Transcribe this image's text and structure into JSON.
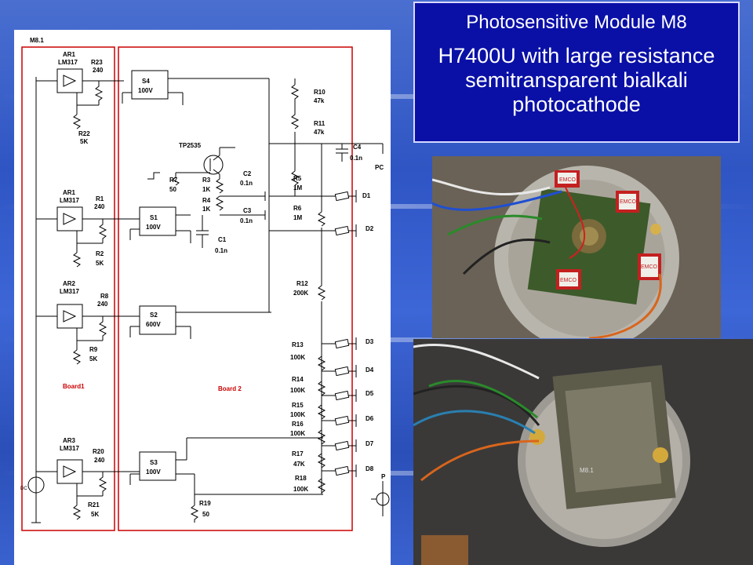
{
  "title": {
    "main": "Photosensitive Module M8",
    "subtitle": "H7400U with large resistance semitransparent bialkali photocathode"
  },
  "schematic": {
    "sheet_label": "M8.1",
    "board1_label": "Board1",
    "board2_label": "Board 2",
    "regulators": [
      {
        "name": "AR1",
        "part": "LM317",
        "r_top": "R23",
        "r_top_val": "240",
        "r_bot": "R22",
        "r_bot_val": "5K"
      },
      {
        "name": "AR1",
        "part": "LM317",
        "r_top": "R1",
        "r_top_val": "240",
        "r_bot": "R2",
        "r_bot_val": "5K"
      },
      {
        "name": "AR2",
        "part": "LM317",
        "r_top": "R8",
        "r_top_val": "240",
        "r_bot": "R9",
        "r_bot_val": "5K"
      },
      {
        "name": "AR3",
        "part": "LM317",
        "r_top": "R20",
        "r_top_val": "240",
        "r_bot": "R21",
        "r_bot_val": "5K"
      }
    ],
    "supplies": [
      {
        "name": "S4",
        "voltage": "100V"
      },
      {
        "name": "S1",
        "voltage": "100V"
      },
      {
        "name": "S2",
        "voltage": "600V"
      },
      {
        "name": "S3",
        "voltage": "100V"
      }
    ],
    "parts": {
      "r10": "R10",
      "r10_val": "47k",
      "r11": "R11",
      "r11_val": "47k",
      "c4": "C4",
      "c4_val": "0.1n",
      "pc": "PC",
      "tp": "TP2535",
      "r7": "R7",
      "r7_val": "50",
      "r3": "R3",
      "r3_val": "1K",
      "r4": "R4",
      "r4_val": "1K",
      "c2": "C2",
      "c2_val": "0.1n",
      "c3": "C3",
      "c3_val": "0.1n",
      "c1": "C1",
      "c1_val": "0.1n",
      "r5": "R5",
      "r5_val": "1M",
      "r6": "R6",
      "r6_val": "1M",
      "r12": "R12",
      "r12_val": "200K",
      "r13": "R13",
      "r13_val": "100K",
      "r14": "R14",
      "r14_val": "100K",
      "r15": "R15",
      "r15_val": "100K",
      "r16": "R16",
      "r16_val": "100K",
      "r17": "R17",
      "r17_val": "47K",
      "r18": "R18",
      "r18_val": "100K",
      "r19": "R19",
      "r19_val": "50",
      "p": "P",
      "source": "DC"
    },
    "dynodes": [
      "D1",
      "D2",
      "D3",
      "D4",
      "D5",
      "D6",
      "D7",
      "D8"
    ]
  },
  "photo_top_labels": [
    "EMCO",
    "EMCO",
    "EMCO",
    "EMCO"
  ],
  "photo_bottom_label": "M8.1",
  "colors": {
    "title_bg": "#0a10a6",
    "board_outline": "#cc0000",
    "background": "#3a60cc"
  }
}
